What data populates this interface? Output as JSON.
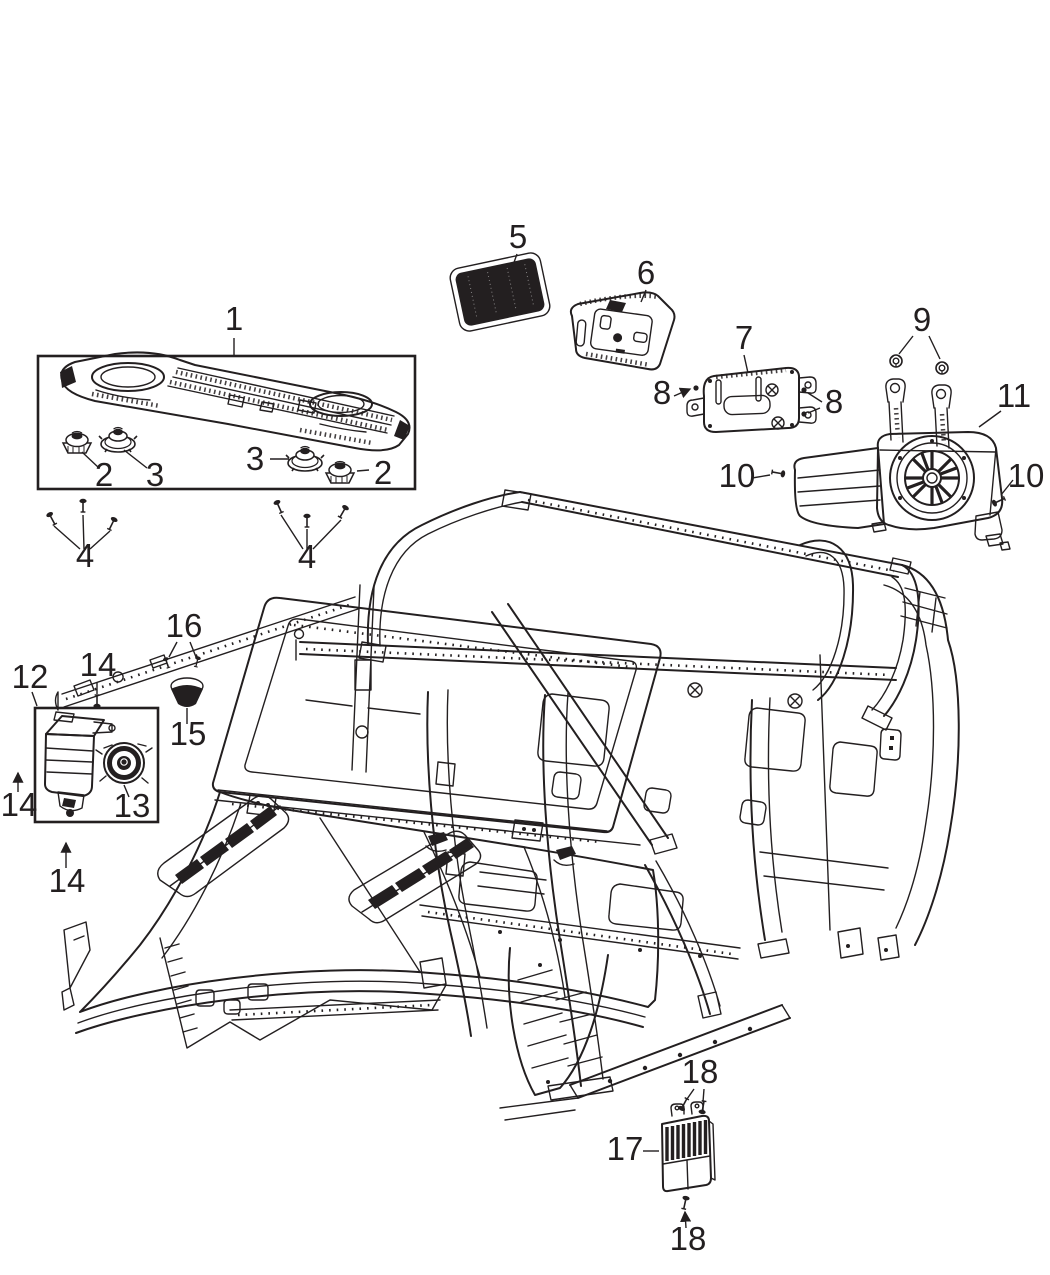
{
  "diagram": {
    "kind": "vehicle-parts-diagram",
    "subject": "Jeep body shell with speaker and amplifier components",
    "colors": {
      "ink": "#231f20",
      "background": "#ffffff"
    },
    "callouts": {
      "part1": "1",
      "part2_left": "2",
      "part3_left": "3",
      "part3_right": "3",
      "part2_right": "2",
      "part4_left": "4",
      "part4_right": "4",
      "part5": "5",
      "part6": "6",
      "part7": "7",
      "part8_left": "8",
      "part8_right": "8",
      "part9": "9",
      "part10_left": "10",
      "part10_right": "10",
      "part11": "11",
      "part12": "12",
      "part13": "13",
      "part14_top": "14",
      "part14_left": "14",
      "part14_bottom": "14",
      "part15": "15",
      "part16": "16",
      "part17": "17",
      "part18_top": "18",
      "part18_bottom": "18"
    }
  }
}
